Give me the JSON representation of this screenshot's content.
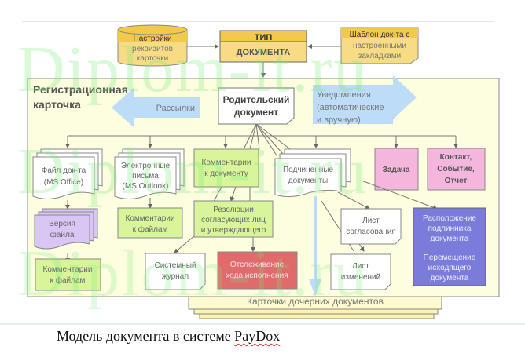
{
  "diagram": {
    "top": {
      "card_settings": {
        "title": "Настройки",
        "lines": [
          "реквизитов",
          "карточки"
        ]
      },
      "doc_type": {
        "line1": "ТИП",
        "line2": "ДОКУМЕНТА"
      },
      "template": {
        "title": "Шаблон док-та с",
        "lines": [
          "настроенными",
          "закладками"
        ]
      }
    },
    "reg_card": {
      "title_line1": "Регистрационная",
      "title_line2": "карточка",
      "mailings_label": "Рассылки",
      "notifications_lines": [
        "Уведомления",
        "(автоматические",
        "и вручную)"
      ],
      "parent_doc": [
        "Родительский",
        "документ"
      ]
    },
    "nodes": {
      "file_doc": [
        "Файл док-та",
        "(MS Office)"
      ],
      "emails": [
        "Электронные",
        "письма",
        "(MS Outlook)"
      ],
      "doc_comments": [
        "Комментарии",
        "к документу"
      ],
      "sub_docs": [
        "Подчиненные",
        "документы"
      ],
      "task": [
        "Задача"
      ],
      "contact": [
        "Контакт,",
        "Событие,",
        "Отчет"
      ],
      "file_version": [
        "Версия",
        "файла"
      ],
      "email_file_comments": [
        "Комментарии",
        "к файлам"
      ],
      "resolutions": [
        "Резолюции",
        "согласующих лиц",
        "и утверждающего"
      ],
      "approval_sheet": [
        "Лист",
        "согласования"
      ],
      "original_location": [
        "Расположение",
        "подлинника",
        "документа",
        "",
        "Перемещение",
        "исходящего",
        "документа"
      ],
      "file_comments": [
        "Комментарии",
        "к файлам"
      ],
      "system_log": [
        "Системный",
        "журнал"
      ],
      "tracking": [
        "Отслеживание",
        "хода исполнения"
      ],
      "change_sheet": [
        "Лист",
        "изменений"
      ]
    },
    "child_cards_label": "Карточки дочерних документов",
    "watermark": "Diplom-it.ru",
    "colors": {
      "yellow_box": "#f7d97a",
      "yellow_header": "#f2c94c",
      "card_bg": "#fdfde0",
      "green_box": "#d9f59a",
      "pink_box": "#f4b6dc",
      "purple_box": "#d9c6f5",
      "red_box": "#e06b6b",
      "blue_box": "#7b7bdc",
      "arrow_blue": "#bcdcf7"
    }
  },
  "caption": {
    "text": "Модель документа в системе ",
    "product": "PayDox"
  }
}
